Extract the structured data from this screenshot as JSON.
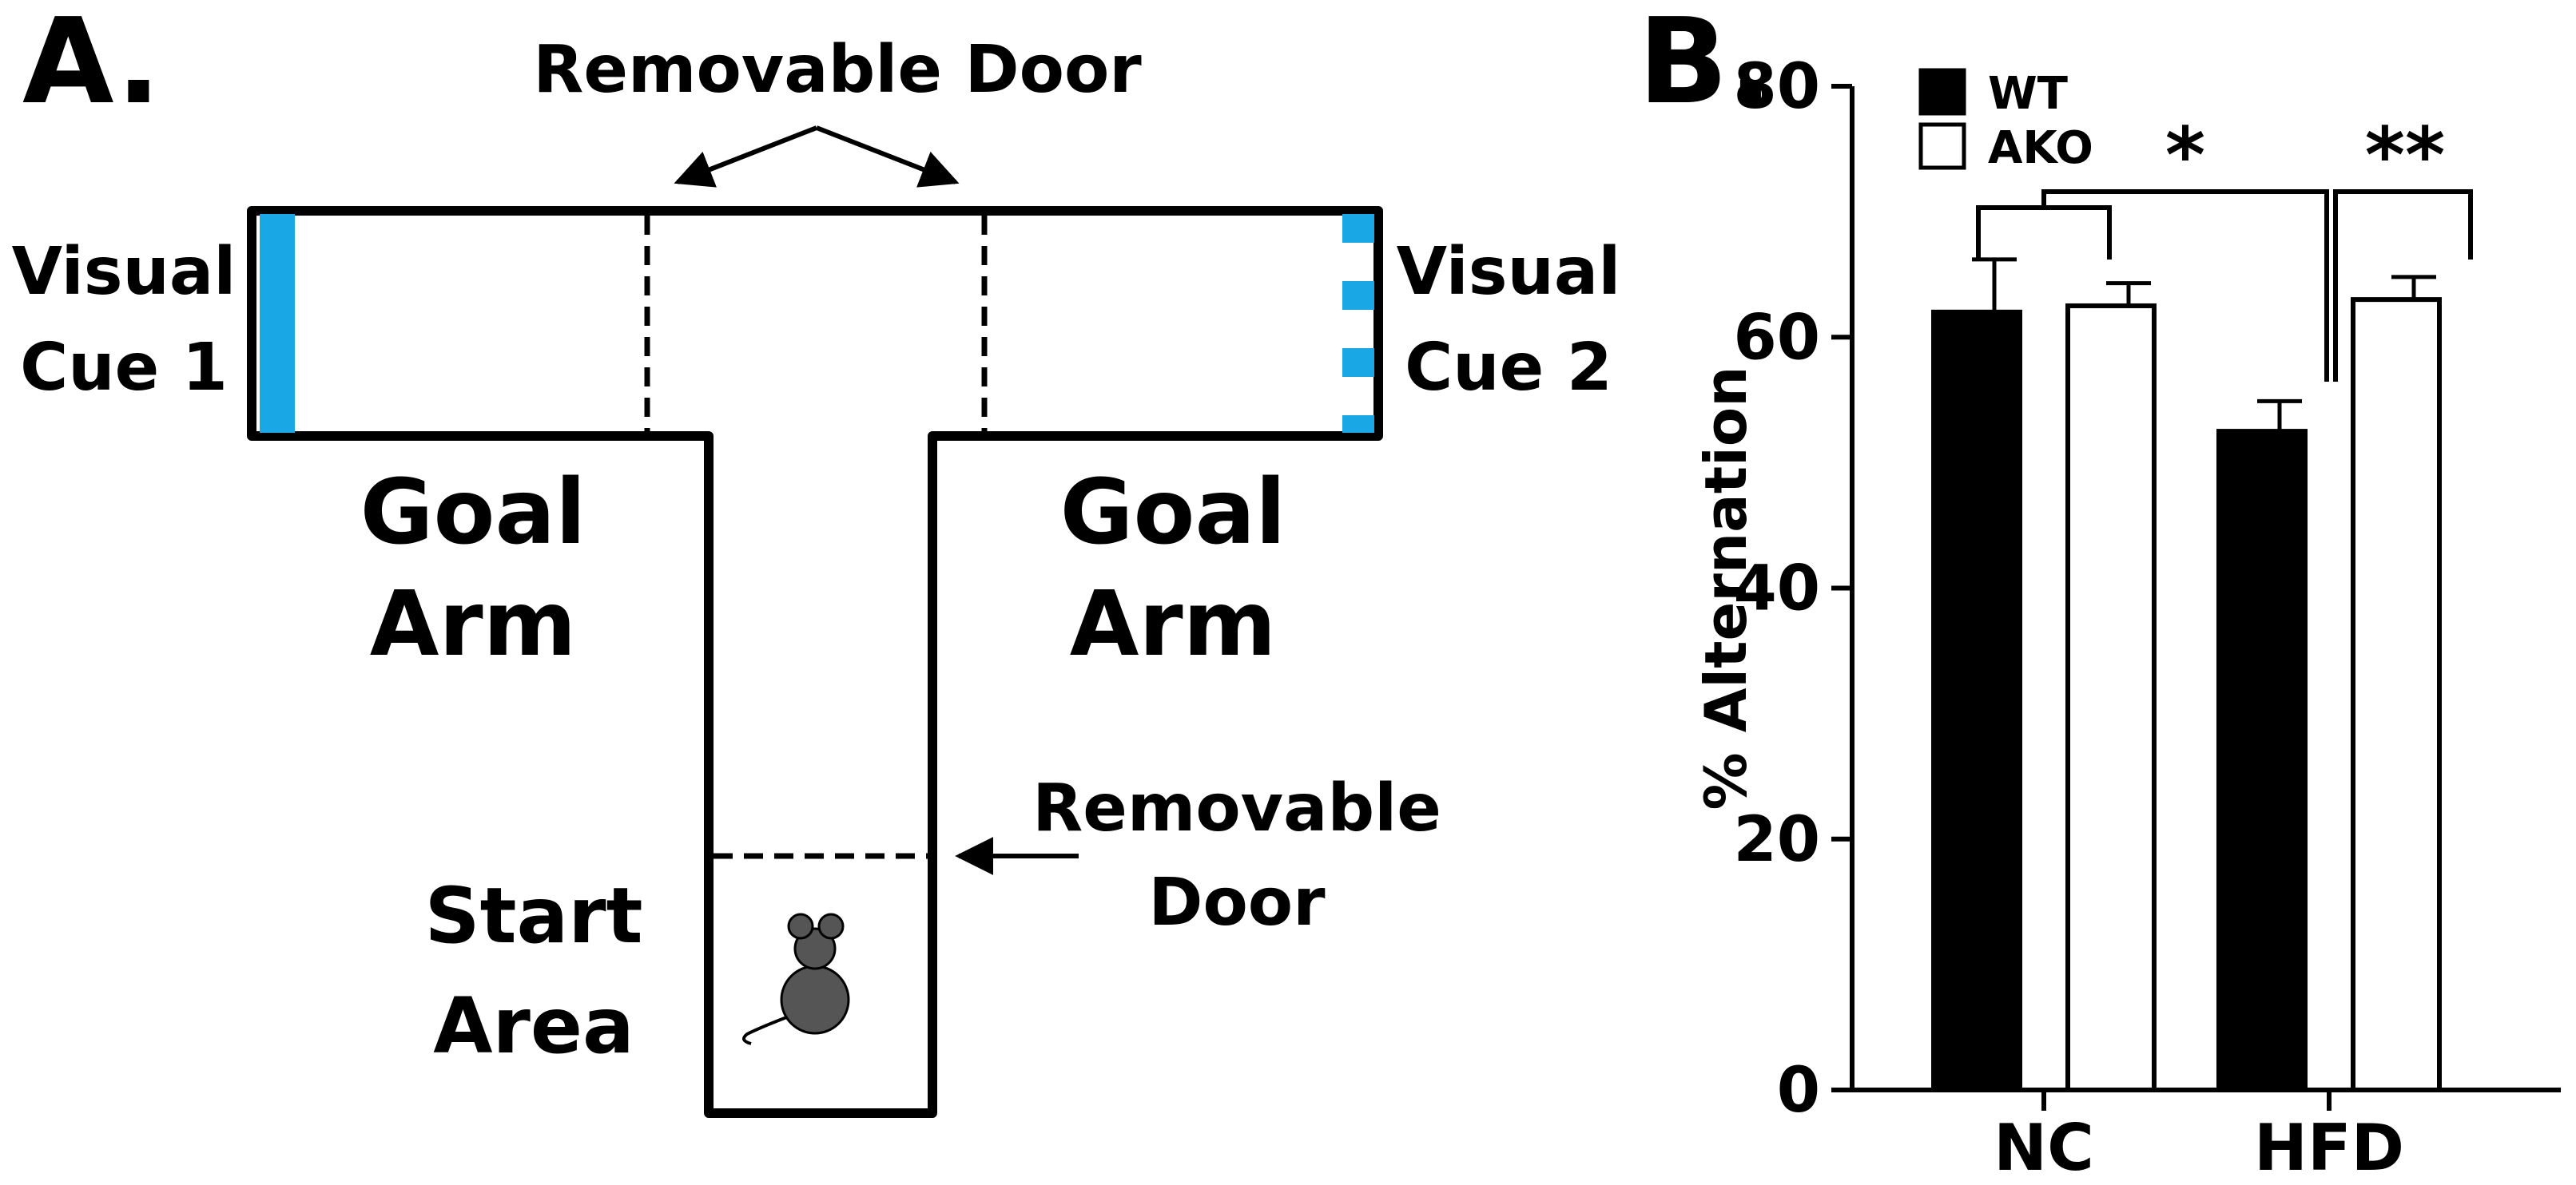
{
  "panel_a": {
    "label": "A.",
    "door_top_label": "Removable Door",
    "cue1_line1": "Visual",
    "cue1_line2": "Cue 1",
    "cue2_line1": "Visual",
    "cue2_line2": "Cue 2",
    "goal_left_line1": "Goal",
    "goal_left_line2": "Arm",
    "goal_right_line1": "Goal",
    "goal_right_line2": "Arm",
    "start_line1": "Start",
    "start_line2": "Area",
    "door_bottom_line1": "Removable",
    "door_bottom_line2": "Door",
    "colors": {
      "cue": "#1aa7e6",
      "mouse": "#555555",
      "outline": "#000000"
    }
  },
  "panel_b": {
    "label": "B.",
    "significance": [
      "*",
      "**"
    ]
  },
  "chart_data": {
    "type": "bar",
    "categories": [
      "NC",
      "HFD"
    ],
    "series": [
      {
        "name": "WT",
        "values": [
          62,
          52.5
        ],
        "errors": [
          4.2,
          2.4
        ],
        "color": "#000000"
      },
      {
        "name": "AKO",
        "values": [
          62.5,
          63
        ],
        "errors": [
          1.8,
          1.8
        ],
        "color": "#ffffff"
      }
    ],
    "ylabel": "% Alternation",
    "ylim": [
      0,
      80
    ],
    "yticks": [
      0,
      20,
      40,
      60,
      80
    ],
    "legend_position": "top-left",
    "grid": false
  }
}
